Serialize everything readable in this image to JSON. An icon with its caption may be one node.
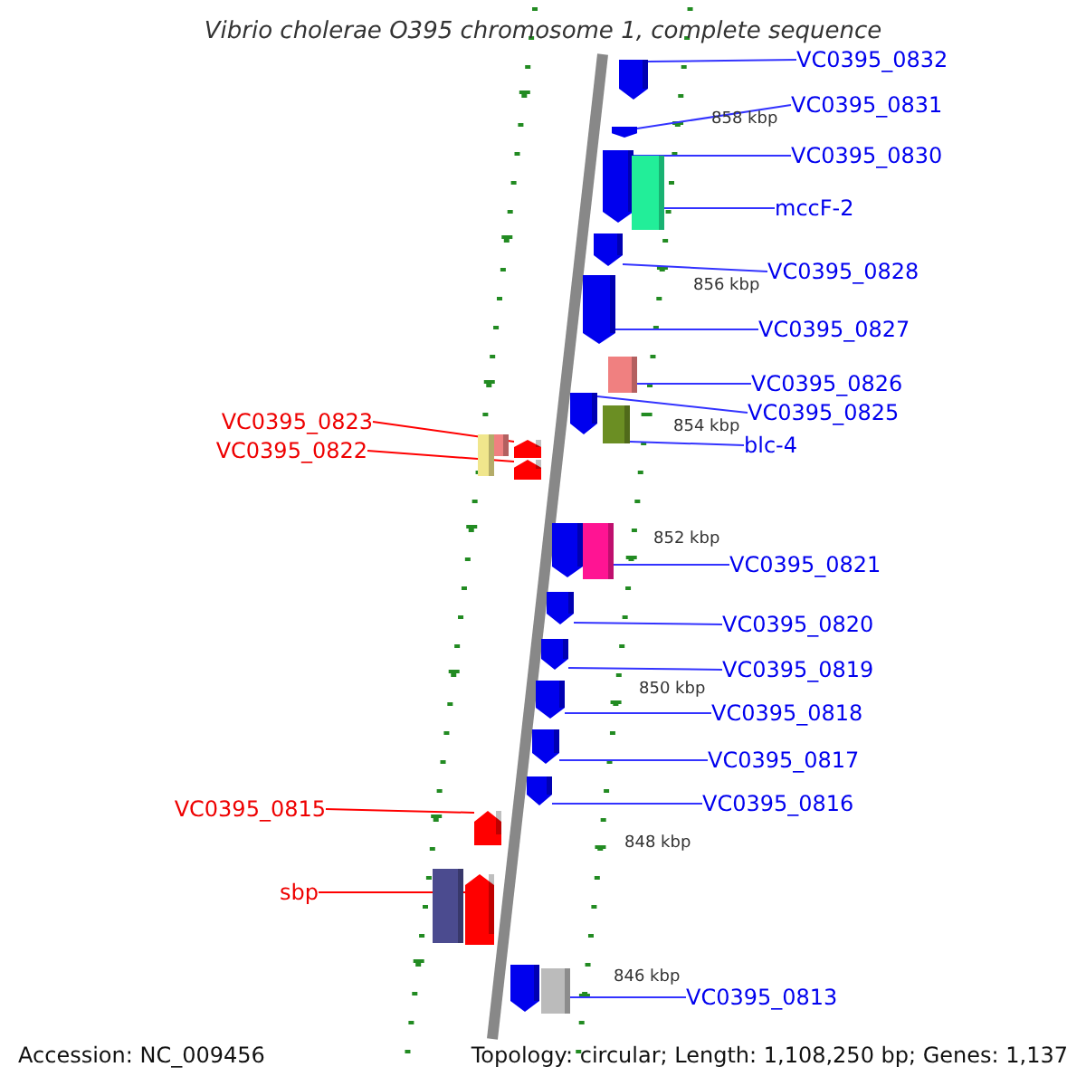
{
  "diagram": {
    "title": "Vibrio cholerae O395 chromosome 1, complete sequence",
    "nodes": [
      {
        "text": [
          "VC0395_0832"
        ]
      },
      {
        "text": [],
        "shape": "pentagon"
      },
      {
        "text": [
          "VC0395_0831"
        ]
      },
      {
        "text": [],
        "shape": "pentagon"
      },
      {
        "text": [
          "VC0395_0830"
        ]
      },
      {
        "text": [],
        "shape": "pentagon"
      },
      {
        "text": [
          "mccF-2"
        ]
      },
      {
        "text": [],
        "shape": "box"
      },
      {
        "text": [
          "VC0395_0828"
        ]
      },
      {
        "text": [],
        "shape": "pentagon"
      },
      {
        "text": [
          "VC0395_0827"
        ]
      },
      {
        "text": [],
        "shape": "pentagon"
      },
      {
        "text": [
          "VC0395_0826"
        ]
      },
      {
        "text": [],
        "shape": "box"
      },
      {
        "text": [
          "VC0395_0825"
        ]
      },
      {
        "text": [],
        "shape": "pentagon"
      },
      {
        "text": [
          "blc-4"
        ]
      },
      {
        "text": [],
        "shape": "box"
      },
      {
        "text": [
          "VC0395_0823"
        ]
      },
      {
        "text": [],
        "shape": "pentagon"
      },
      {
        "text": [
          "VC0395_0822"
        ]
      },
      {
        "text": [],
        "shape": "pentagon"
      },
      {
        "text": [
          "VC0395_0821"
        ]
      },
      {
        "text": [],
        "shape": "box"
      },
      {
        "text": [
          "VC0395_0820"
        ]
      },
      {
        "text": [],
        "shape": "pentagon"
      },
      {
        "text": [
          "VC0395_0819"
        ]
      },
      {
        "text": [],
        "shape": "pentagon"
      },
      {
        "text": [
          "VC0395_0818"
        ]
      },
      {
        "text": [],
        "shape": "pentagon"
      },
      {
        "text": [
          "VC0395_0817"
        ]
      },
      {
        "text": [],
        "shape": "pentagon"
      },
      {
        "text": [
          "VC0395_0816"
        ]
      },
      {
        "text": [],
        "shape": "pentagon"
      },
      {
        "text": [
          "VC0395_0815"
        ]
      },
      {
        "text": [],
        "shape": "pentagon"
      },
      {
        "text": [
          "sbp"
        ]
      },
      {
        "text": [],
        "shape": "pentagon"
      },
      {
        "text": [
          "VC0395_0813"
        ]
      },
      {
        "text": [],
        "shape": "box"
      },
      {
        "text": [],
        "shape": "box"
      },
      {
        "text": [],
        "shape": "box"
      },
      {
        "text": [],
        "shape": "pentagon"
      },
      {
        "text": [],
        "shape": "box"
      },
      {
        "text": [],
        "shape": "pentagon"
      }
    ],
    "edges": [
      {
        "from": 0,
        "to": 1,
        "arrow": "none"
      },
      {
        "from": 2,
        "to": 3,
        "arrow": "none"
      },
      {
        "from": 4,
        "to": 5,
        "arrow": "none"
      },
      {
        "from": 6,
        "to": 7,
        "arrow": "none"
      },
      {
        "from": 8,
        "to": 9,
        "arrow": "none"
      },
      {
        "from": 10,
        "to": 11,
        "arrow": "none"
      },
      {
        "from": 12,
        "to": 13,
        "arrow": "none"
      },
      {
        "from": 14,
        "to": 15,
        "arrow": "none"
      },
      {
        "from": 16,
        "to": 17,
        "arrow": "none"
      },
      {
        "from": 18,
        "to": 19,
        "arrow": "none",
        "color": "#ff0000"
      },
      {
        "from": 20,
        "to": 21,
        "arrow": "none",
        "color": "#ff0000"
      },
      {
        "from": 22,
        "to": 23,
        "arrow": "none"
      },
      {
        "from": 24,
        "to": 25,
        "arrow": "none"
      },
      {
        "from": 26,
        "to": 27,
        "arrow": "none"
      },
      {
        "from": 28,
        "to": 29,
        "arrow": "none"
      },
      {
        "from": 30,
        "to": 31,
        "arrow": "none"
      },
      {
        "from": 32,
        "to": 33,
        "arrow": "none"
      },
      {
        "from": 34,
        "to": 35,
        "arrow": "none",
        "color": "#ff0000"
      },
      {
        "from": 36,
        "to": 37,
        "arrow": "none",
        "color": "#ff0000"
      },
      {
        "from": 38,
        "to": 39,
        "arrow": "none"
      }
    ],
    "labels": [
      "858 kbp",
      "856 kbp",
      "854 kbp",
      "852 kbp",
      "850 kbp",
      "848 kbp",
      "846 kbp",
      "Accession: NC_009456",
      "Topology: circular; Length: 1,108,250 bp; Genes: 1,137"
    ]
  }
}
